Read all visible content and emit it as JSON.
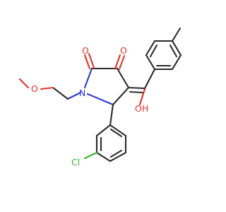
{
  "molecule": {
    "atoms": {
      "carbonyl_o_left": "O",
      "carbonyl_o_right": "O",
      "nitrogen": "N",
      "ether_oxygen": "O",
      "hydroxyl": "OH",
      "chlorine": "Cl"
    },
    "colors": {
      "bond": "#2b2b2b",
      "oxygen": "#e8322b",
      "nitrogen": "#2f3ad0",
      "chlorine": "#33b233",
      "background": "#ffffff"
    }
  }
}
